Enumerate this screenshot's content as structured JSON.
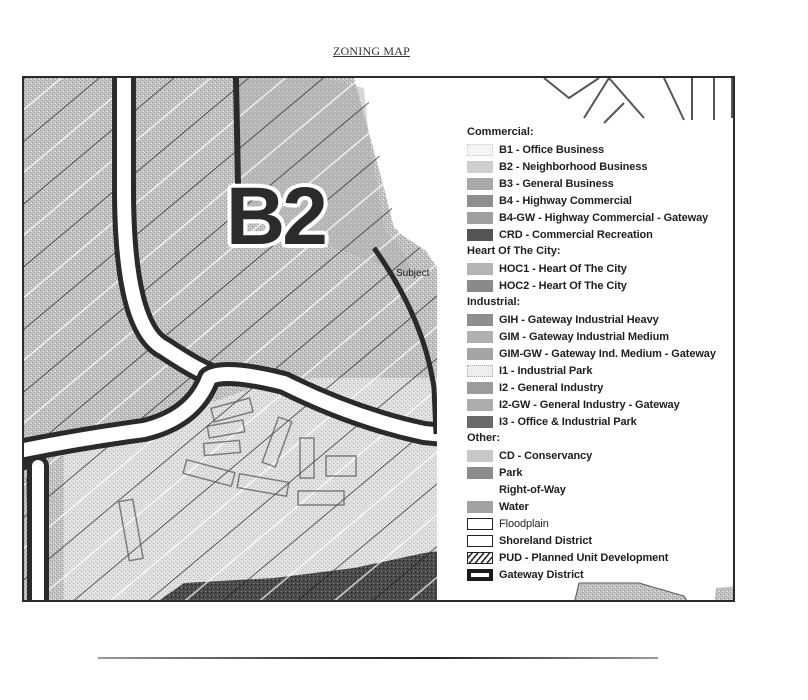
{
  "page": {
    "title": "ZONING MAP"
  },
  "map": {
    "zone_label": "B2",
    "subject_label": "Subject",
    "colors": {
      "hatch_fill": "#b8b8b8",
      "light_fill": "#dcdcdc",
      "dark_fill": "#3a3a3a",
      "road_fill": "#ffffff",
      "boundary": "#2a2a2a"
    }
  },
  "legend": {
    "groups": [
      {
        "header": "Commercial:",
        "items": [
          {
            "label": "B1 - Office Business",
            "swatch": "#f4f4f4"
          },
          {
            "label": "B2 - Neighborhood Business",
            "swatch": "#cfcfcf"
          },
          {
            "label": "B3 - General Business",
            "swatch": "#a9a9a9"
          },
          {
            "label": "B4 - Highway Commercial",
            "swatch": "#8f8f8f"
          },
          {
            "label": "B4-GW - Highway Commercial - Gateway",
            "swatch": "#a0a0a0"
          },
          {
            "label": "CRD - Commercial Recreation",
            "swatch": "#555555"
          }
        ]
      },
      {
        "header": "Heart Of The City:",
        "items": [
          {
            "label": "HOC1 - Heart Of The City",
            "swatch": "#b4b4b4"
          },
          {
            "label": "HOC2 - Heart Of The City",
            "swatch": "#8a8a8a"
          }
        ]
      },
      {
        "header": "Industrial:",
        "items": [
          {
            "label": "GIH - Gateway Industrial Heavy",
            "swatch": "#8e8e8e"
          },
          {
            "label": "GIM - Gateway Industrial Medium",
            "swatch": "#b0b0b0"
          },
          {
            "label": "GIM-GW - Gateway Ind. Medium - Gateway",
            "swatch": "#a4a4a4"
          },
          {
            "label": "I1 - Industrial Park",
            "swatch": "#eeeeee"
          },
          {
            "label": "I2 - General Industry",
            "swatch": "#9c9c9c"
          },
          {
            "label": "I2-GW - General Industry - Gateway",
            "swatch": "#adadad"
          },
          {
            "label": "I3 - Office & Industrial Park",
            "swatch": "#6a6a6a"
          }
        ]
      },
      {
        "header": "Other:",
        "items": [
          {
            "label": "CD - Conservancy",
            "swatch": "#c8c8c8"
          },
          {
            "label": "Park",
            "swatch": "#8c8c8c"
          },
          {
            "label": "Right-of-Way",
            "swatch": "none"
          },
          {
            "label": "Water",
            "swatch": "#a2a2a2"
          },
          {
            "label": "Floodplain",
            "swatch": "outline"
          },
          {
            "label": "Shoreland District",
            "swatch": "outline"
          },
          {
            "label": "PUD - Planned Unit Development",
            "swatch": "hatch"
          },
          {
            "label": "Gateway District",
            "swatch": "thick-outline"
          }
        ]
      }
    ]
  }
}
